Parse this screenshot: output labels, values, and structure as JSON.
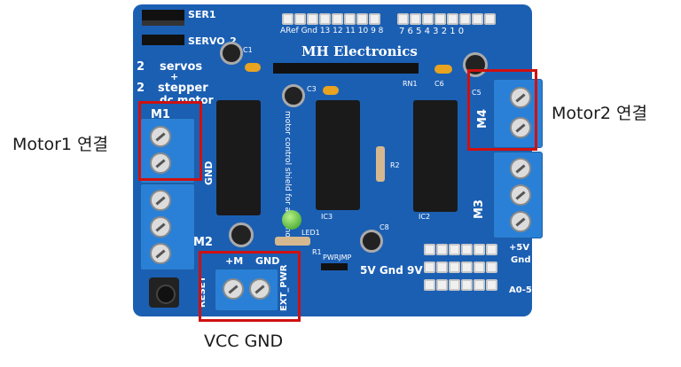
{
  "board": {
    "brand": "MH Electronics",
    "servo1_label": "SER1",
    "servo2_label": "SERVO_2",
    "servos_label": "servos",
    "stepper_label": "stepper",
    "dc_motor_label": "dc motor",
    "num_2a": "2",
    "num_2b": "2",
    "plus_label": "+",
    "m1_label": "M1",
    "m2_label": "M2",
    "m3_label": "M3",
    "m4_label": "M4",
    "gnd_left": "GND",
    "top_header_left": "ARef Gnd 13 12 11 10 9 8",
    "top_header_right": "7 6 5 4 3 2 1 0",
    "c1_label": "C1",
    "c3_label": "C3",
    "c5_label": "C5",
    "c6_label": "C6",
    "c8_label": "C8",
    "rn1_label": "RN1",
    "ic3_label": "IC3",
    "ic2_label": "IC2",
    "r2_label": "R2",
    "led1_label": "LED1",
    "r1_label": "R1",
    "control_text": "motor control shield for arduino",
    "pwrjmp_label": "PWRJMP",
    "power_row_label": "5V Gnd 9V",
    "reset_label": "RESET",
    "plus_m_label": "+M",
    "gnd_term_label": "GND",
    "ext_pwr_label": "EXT_PWR",
    "plus5v_label": "+5V",
    "gnd_right": "Gnd",
    "a05_label": "A0-5"
  },
  "annotations": {
    "motor1": "Motor1 연결",
    "motor2": "Motor2 연결",
    "vcc_gnd": "VCC GND"
  },
  "colors": {
    "board": "#1b5fb3",
    "highlight": "#d01010",
    "terminal": "#2a80d6"
  }
}
